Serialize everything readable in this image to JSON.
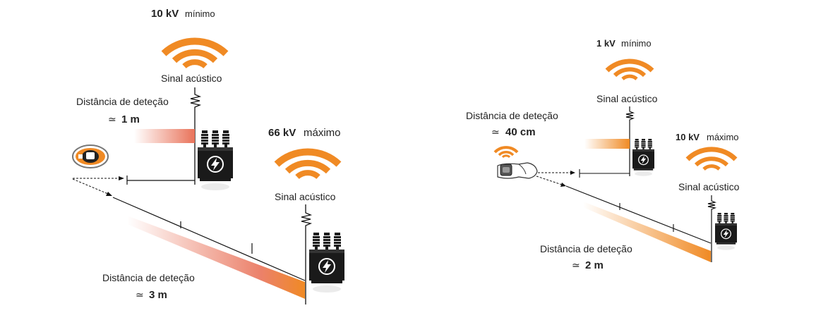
{
  "colors": {
    "accent": "#f08a24",
    "gradient_red": "#e9735a",
    "line": "#111111",
    "text": "#222222",
    "transformer": "#1a1a1a"
  },
  "left_scene": {
    "top_voltage": {
      "value": "10 kV",
      "qualifier": "mínimo"
    },
    "top_signal_label": "Sinal acústico",
    "near_detection": {
      "label": "Distância de deteção",
      "symbol": "≃",
      "value": "1 m"
    },
    "right_voltage": {
      "value": "66 kV",
      "qualifier": "máximo"
    },
    "right_signal_label": "Sinal acústico",
    "far_detection": {
      "label": "Distância de deteção",
      "symbol": "≃",
      "value": "3 m"
    }
  },
  "right_scene": {
    "top_voltage": {
      "value": "1 kV",
      "qualifier": "mínimo"
    },
    "top_signal_label": "Sinal acústico",
    "near_detection": {
      "label": "Distância de deteção",
      "symbol": "≃",
      "value": "40 cm"
    },
    "right_voltage": {
      "value": "10 kV",
      "qualifier": "máximo"
    },
    "right_signal_label": "Sinal acústico",
    "far_detection": {
      "label": "Distância de deteção",
      "symbol": "≃",
      "value": "2 m"
    }
  },
  "icons": {
    "signal": "signal-waves-icon",
    "transformer": "transformer-icon",
    "lightning": "lightning-icon",
    "device": "handheld-detector-icon",
    "wrist": "wrist-detector-icon"
  }
}
